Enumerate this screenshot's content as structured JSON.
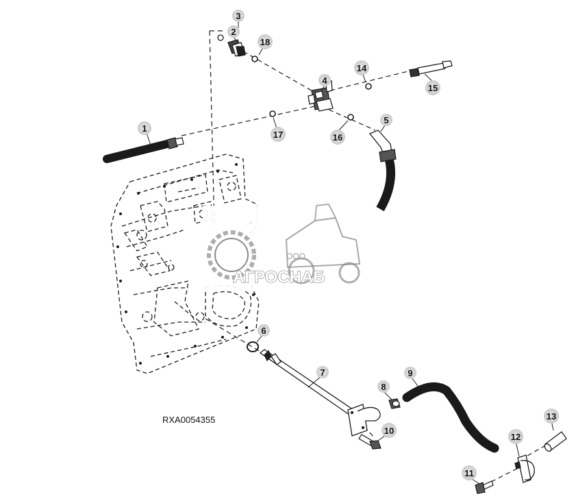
{
  "figure": {
    "id": "RXA0054355"
  },
  "watermark": {
    "company_prefix": "ООО",
    "company_name": "АГРОСНАБ",
    "logo_icon": "gear-and-combine-harvester-icon"
  },
  "callouts": [
    {
      "id": "1",
      "label": "1"
    },
    {
      "id": "2",
      "label": "2"
    },
    {
      "id": "3",
      "label": "3"
    },
    {
      "id": "4",
      "label": "4"
    },
    {
      "id": "5",
      "label": "5"
    },
    {
      "id": "6",
      "label": "6"
    },
    {
      "id": "7",
      "label": "7"
    },
    {
      "id": "8",
      "label": "8"
    },
    {
      "id": "9",
      "label": "9"
    },
    {
      "id": "10",
      "label": "10"
    },
    {
      "id": "11",
      "label": "11"
    },
    {
      "id": "12",
      "label": "12"
    },
    {
      "id": "13",
      "label": "13"
    },
    {
      "id": "14",
      "label": "14"
    },
    {
      "id": "15",
      "label": "15"
    },
    {
      "id": "16",
      "label": "16"
    },
    {
      "id": "17",
      "label": "17"
    },
    {
      "id": "18",
      "label": "18"
    }
  ],
  "colors": {
    "line": "#1a1a1a",
    "callout_fill": "#d4d4d4",
    "watermark_gray": "#8a8a8a"
  }
}
